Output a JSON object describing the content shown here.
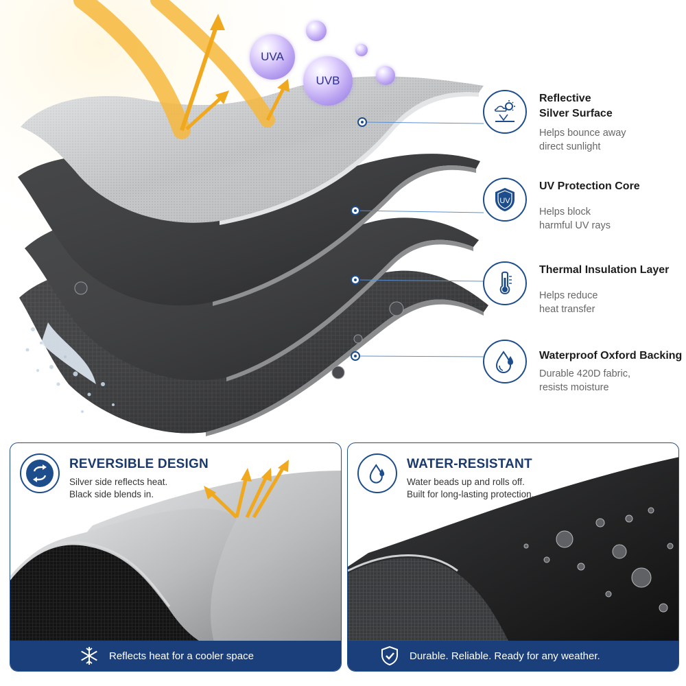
{
  "bubbles": {
    "uva": "UVA",
    "uvb": "UVB"
  },
  "features": [
    {
      "icon": "sun-reflect-icon",
      "title_line1": "Reflective",
      "title_line2": "Silver Surface",
      "desc_line1": "Helps bounce away",
      "desc_line2": "direct sunlight"
    },
    {
      "icon": "uv-shield-icon",
      "icon_text": "UV",
      "title_line1": "UV Protection Core",
      "desc_line1": "Helps block",
      "desc_line2": "harmful UV rays"
    },
    {
      "icon": "thermometer-icon",
      "title_line1": "Thermal Insulation Layer",
      "desc_line1": "Helps reduce",
      "desc_line2": "heat transfer"
    },
    {
      "icon": "water-drops-icon",
      "title_line1": "Waterproof Oxford Backing",
      "desc_line1": "Durable 420D fabric,",
      "desc_line2": "resists moisture"
    }
  ],
  "panels": {
    "reversible": {
      "icon": "reverse-arrows-icon",
      "title": "REVERSIBLE DESIGN",
      "desc_line1": "Silver side reflects heat.",
      "desc_line2": "Black side blends in.",
      "bar_icon": "snowflake-icon",
      "bar_text": "Reflects heat for a cooler space"
    },
    "water": {
      "icon": "water-drops-icon",
      "title": "WATER-RESISTANT",
      "desc_line1": "Water beads up and rolls off.",
      "desc_line2": "Built for long-lasting protection.",
      "bar_icon": "shield-check-icon",
      "bar_text": "Durable. Reliable. Ready for any weather."
    }
  },
  "colors": {
    "accent_blue": "#1e4d8c",
    "bar_blue": "#1a3f7a",
    "sun_orange": "#f5a623",
    "silver": "#c9cbcd",
    "black_layer": "#2b2c2e"
  }
}
